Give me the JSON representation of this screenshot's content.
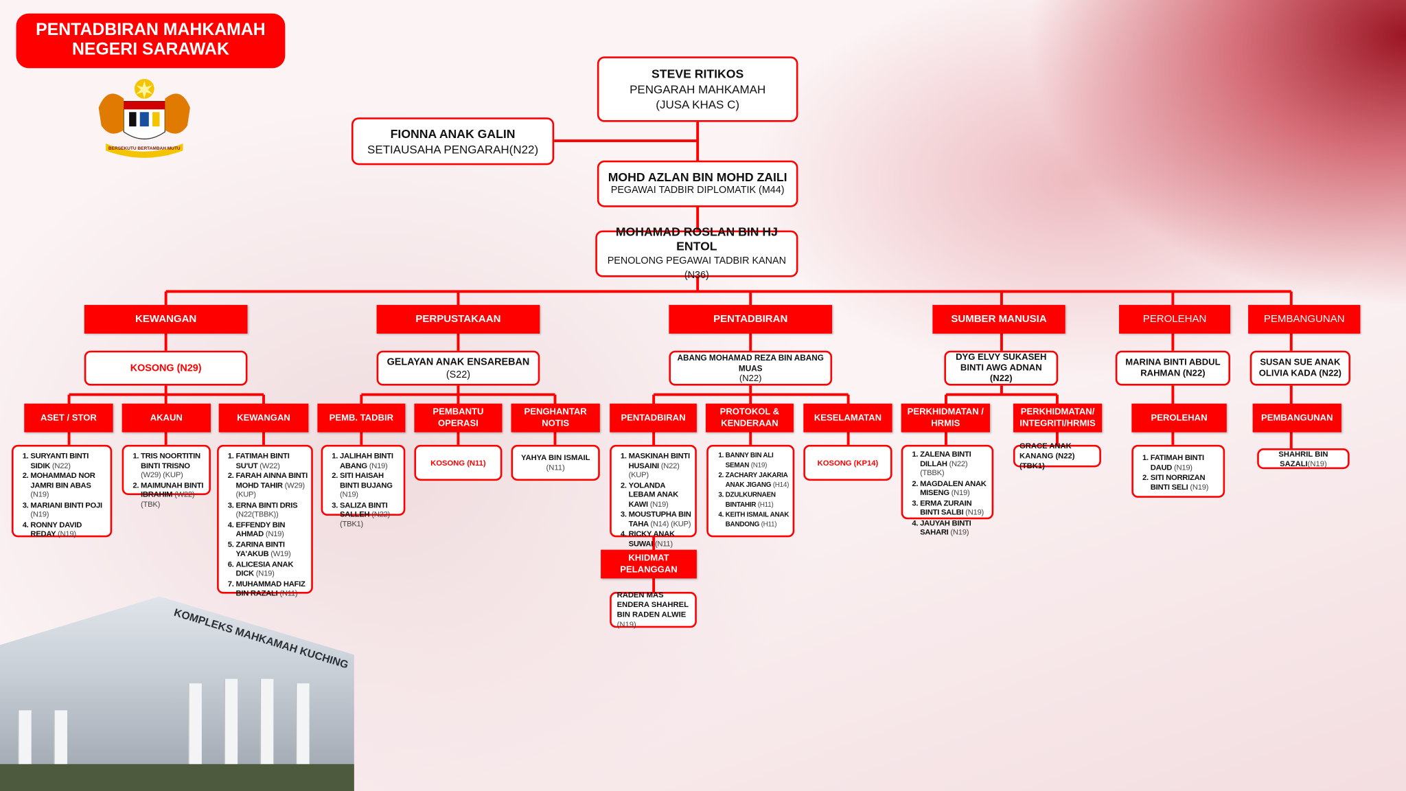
{
  "header": {
    "title_line1": "PENTADBIRAN MAHKAMAH",
    "title_line2": "NEGERI SARAWAK",
    "crest_text": "BERSEKUTU BERTAMBAH MUTU"
  },
  "director": {
    "name": "STEVE RITIKOS",
    "title": "PENGARAH MAHKAMAH",
    "grade": "(JUSA KHAS C)"
  },
  "secretary": {
    "name": "FIONNA ANAK GALIN",
    "title": "SETIAUSAHA PENGARAH(N22)"
  },
  "officer": {
    "name": "MOHD AZLAN BIN MOHD ZAILI",
    "title": "PEGAWAI TADBIR DIPLOMATIK (M44)"
  },
  "asst_officer": {
    "name": "MOHAMAD ROSLAN BIN HJ  ENTOL",
    "title": "PENOLONG PEGAWAI TADBIR KANAN (N36)"
  },
  "divisions": {
    "kewangan": {
      "label": "KEWANGAN",
      "head": "KOSONG (N29)"
    },
    "perpustakaan": {
      "label": "PERPUSTAKAAN",
      "head": "GELAYAN ANAK ENSAREBAN",
      "grade": "(S22)"
    },
    "pentadbiran": {
      "label": "PENTADBIRAN",
      "head": "ABANG MOHAMAD REZA BIN ABANG MUAS",
      "grade": "(N22)"
    },
    "sumber_manusia": {
      "label": "SUMBER MANUSIA",
      "head": "DYG ELVY SUKASEH BINTI AWG ADNAN (N22)"
    },
    "perolehan": {
      "label": "PEROLEHAN",
      "head": "MARINA BINTI ABDUL RAHMAN (N22)"
    },
    "pembangunan": {
      "label": "PEMBANGUNAN",
      "head": "SUSAN SUE ANAK OLIVIA KADA (N22)"
    }
  },
  "units": {
    "aset": {
      "label": "ASET / STOR",
      "staff": [
        {
          "name": "SURYANTI BINTI SIDIK",
          "grade": "(N22)"
        },
        {
          "name": "MOHAMMAD NOR JAMRI BIN ABAS",
          "grade": "(N19)"
        },
        {
          "name": "MARIANI BINTI POJI",
          "grade": "(N19)"
        },
        {
          "name": "RONNY DAVID REDAY",
          "grade": "(N19)"
        }
      ]
    },
    "akaun": {
      "label": "AKAUN",
      "staff": [
        {
          "name": "TRIS NOORTITIN BINTI TRISNO",
          "grade": "(W29) (KUP)"
        },
        {
          "name": "MAIMUNAH BINTI IBRAHIM",
          "grade": "(W22)(TBK)"
        }
      ]
    },
    "kewangan": {
      "label": "KEWANGAN",
      "staff": [
        {
          "name": "FATIMAH BINTI SU'UT",
          "grade": "(W22)"
        },
        {
          "name": "FARAH AINNA BINTI MOHD TAHIR",
          "grade": "(W29) (KUP)"
        },
        {
          "name": "ERNA BINTI DRIS",
          "grade": "(N22(TBBK))"
        },
        {
          "name": "EFFENDY BIN AHMAD",
          "grade": "(N19)"
        },
        {
          "name": "ZARINA BINTI YA'AKUB",
          "grade": "(W19)"
        },
        {
          "name": "ALICESIA ANAK DICK",
          "grade": "(N19)"
        },
        {
          "name": "MUHAMMAD HAFIZ BIN RAZALI",
          "grade": "(N11)"
        }
      ]
    },
    "pemb_tadbir": {
      "label": "PEMB. TADBIR",
      "staff": [
        {
          "name": "JALIHAH BINTI ABANG",
          "grade": "(N19)"
        },
        {
          "name": "SITI HAISAH BINTI BUJANG",
          "grade": "(N19)"
        },
        {
          "name": "SALIZA BINTI SALLEH",
          "grade": "(N22)(TBK1)"
        }
      ]
    },
    "pembantu_operasi": {
      "label": "PEMBANTU OPERASI",
      "staff_single": "KOSONG (N11)"
    },
    "penghantar_notis": {
      "label": "PENGHANTAR  NOTIS",
      "staff_name": "YAHYA BIN ISMAIL",
      "staff_grade": "(N11)"
    },
    "pentadbiran": {
      "label": "PENTADBIRAN",
      "staff": [
        {
          "name": "MASKINAH BINTI HUSAINI",
          "grade": "(N22) (KUP)"
        },
        {
          "name": "YOLANDA LEBAM ANAK KAWI",
          "grade": "(N19)"
        },
        {
          "name": "MOUSTUPHA BIN TAHA",
          "grade": "(N14) (KUP)"
        },
        {
          "name": "RICKY ANAK SUWAI",
          "grade": "(N11)"
        }
      ]
    },
    "protokol": {
      "label": "PROTOKOL & KENDERAAN",
      "staff": [
        {
          "name": "BANNY BIN ALI SEMAN",
          "grade": "(N19)"
        },
        {
          "name": "ZACHARY JAKARIA ANAK JIGANG",
          "grade": "(H14)"
        },
        {
          "name": "DZULKURNAEN BINTAHIR",
          "grade": "(H11)"
        },
        {
          "name": "KEITH ISMAIL ANAK BANDONG",
          "grade": "(H11)"
        }
      ]
    },
    "keselamatan": {
      "label": "KESELAMATAN",
      "staff_single": "KOSONG (KP14)"
    },
    "khidmat_pelanggan": {
      "label": "KHIDMAT PELANGGAN",
      "staff_name": "RADEN MAS ENDERA SHAHREL BIN RADEN ALWIE",
      "staff_grade": "(N19)"
    },
    "perkhidmatan_hrmis": {
      "label": "PERKHIDMATAN / HRMIS",
      "staff": [
        {
          "name": "ZALENA BINTI DILLAH",
          "grade": "(N22) (TBBK)"
        },
        {
          "name": "MAGDALEN ANAK MISENG",
          "grade": "(N19)"
        },
        {
          "name": "ERMA ZURAIN BINTI SALBI",
          "grade": "(N19)"
        },
        {
          "name": "JAUYAH BINTI SAHARI",
          "grade": "(N19)"
        }
      ]
    },
    "integriti_hrmis": {
      "label": "PERKHIDMATAN/ INTEGRITI/HRMIS",
      "staff_name": "GRACE ANAK KANANG",
      "staff_grade": "(N22)(TBK1)"
    },
    "perolehan": {
      "label": "PEROLEHAN",
      "staff": [
        {
          "name": "FATIMAH BINTI DAUD",
          "grade": "(N19)"
        },
        {
          "name": "SITI NORRIZAN BINTI SELI",
          "grade": "(N19)"
        }
      ]
    },
    "pembangunan": {
      "label": "PEMBANGUNAN",
      "staff_name": "SHAHRIL BIN SAZALI",
      "staff_grade": "(N19)"
    }
  },
  "building": {
    "sign": "KOMPLEKS MAHKAMAH KUCHING"
  },
  "colors": {
    "accent": "#ff0000",
    "dark_red": "#a0101e"
  }
}
